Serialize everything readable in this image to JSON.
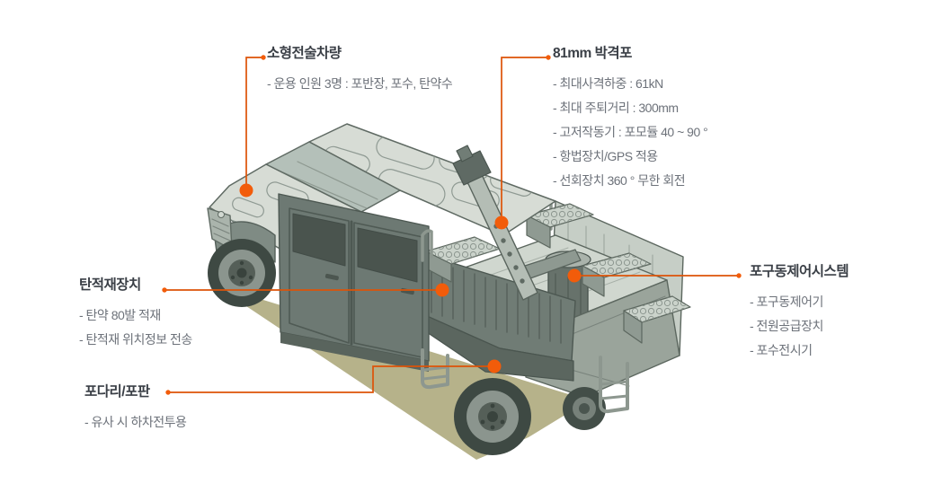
{
  "page": {
    "background": "#ffffff"
  },
  "accent": {
    "line_color": "#DD5308",
    "dot_color": "#F25C0A"
  },
  "illustration": {
    "subject": "small-tactical-vehicle-with-81mm-mortar",
    "shadow_color": "#b6b28a",
    "body_light": "#d7dcd5",
    "body_dark": "#6e7a74"
  },
  "callouts": [
    {
      "id": "vehicle",
      "title": "소형전술차량",
      "items": [
        "- 운용 인원 3명 : 포반장, 포수, 탄약수"
      ]
    },
    {
      "id": "mortar",
      "title": "81mm 박격포",
      "items": [
        "- 최대사격하중 : 61kN",
        "- 최대 주퇴거리 : 300mm",
        "- 고저작동기 : 포모듈 40 ~ 90 °",
        "- 항법장치/GPS 적용",
        "- 선회장치 360 ° 무한 회전"
      ]
    },
    {
      "id": "ammo-loader",
      "title": "탄적재장치",
      "items": [
        "- 탄약 80발 적재",
        "- 탄적재 위치정보 전송"
      ]
    },
    {
      "id": "gun-drive-control",
      "title": "포구동제어시스템",
      "items": [
        "- 포구동제어기",
        "- 전원공급장치",
        "- 포수전시기"
      ]
    },
    {
      "id": "bipod-baseplate",
      "title": "포다리/포판",
      "items": [
        "- 유사 시 하차전투용"
      ]
    }
  ]
}
